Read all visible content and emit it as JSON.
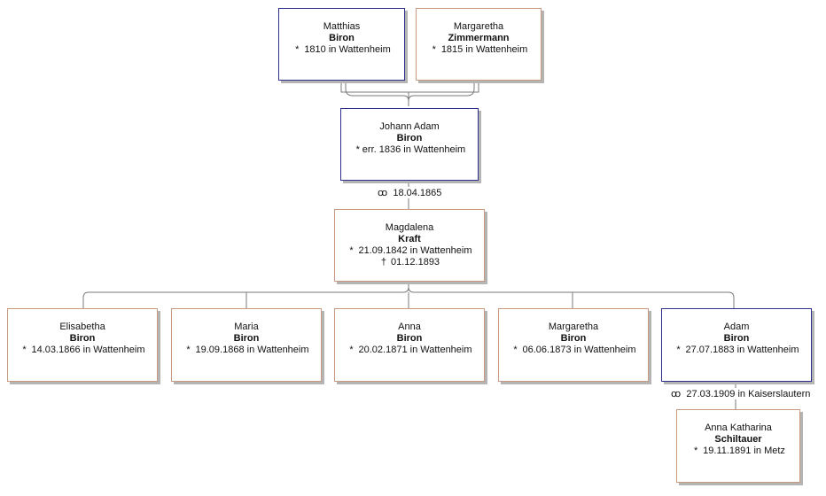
{
  "symbols": {
    "born": "*",
    "died": "†",
    "married": "ꝏ"
  },
  "father": {
    "first": "Matthias",
    "surname": "Biron",
    "birth": "1810 in Wattenheim"
  },
  "mother": {
    "first": "Margaretha",
    "surname": "Zimmermann",
    "birth": "1815 in Wattenheim"
  },
  "subject": {
    "first": "Johann Adam",
    "surname": "Biron",
    "birth": "err. 1836 in Wattenheim"
  },
  "marriage1": {
    "date": "18.04.1865"
  },
  "spouse": {
    "first": "Magdalena",
    "surname": "Kraft",
    "birth": "21.09.1842 in Wattenheim",
    "death": "01.12.1893"
  },
  "children": [
    {
      "first": "Elisabetha",
      "surname": "Biron",
      "birth": "14.03.1866 in Wattenheim"
    },
    {
      "first": "Maria",
      "surname": "Biron",
      "birth": "19.09.1868 in Wattenheim"
    },
    {
      "first": "Anna",
      "surname": "Biron",
      "birth": "20.02.1871 in Wattenheim"
    },
    {
      "first": "Margaretha",
      "surname": "Biron",
      "birth": "06.06.1873 in Wattenheim"
    },
    {
      "first": "Adam",
      "surname": "Biron",
      "birth": "27.07.1883 in Wattenheim"
    }
  ],
  "marriage2": {
    "date": "27.03.1909 in Kaiserslautern"
  },
  "grandspouse": {
    "first": "Anna Katharina",
    "surname": "Schiltauer",
    "birth": "19.11.1891 in Metz"
  }
}
